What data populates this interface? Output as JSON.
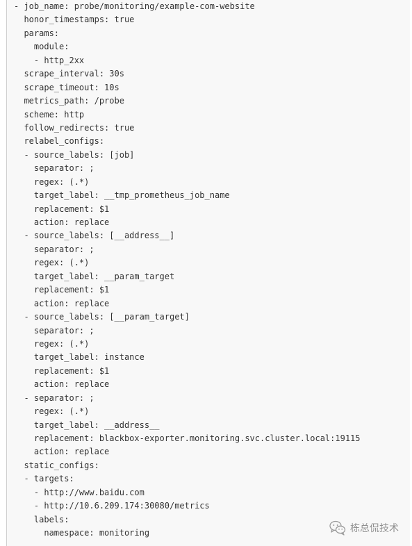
{
  "code": {
    "lines": [
      "- job_name: probe/monitoring/example-com-website",
      "  honor_timestamps: true",
      "  params:",
      "    module:",
      "    - http_2xx",
      "  scrape_interval: 30s",
      "  scrape_timeout: 10s",
      "  metrics_path: /probe",
      "  scheme: http",
      "  follow_redirects: true",
      "  relabel_configs:",
      "  - source_labels: [job]",
      "    separator: ;",
      "    regex: (.*)",
      "    target_label: __tmp_prometheus_job_name",
      "    replacement: $1",
      "    action: replace",
      "  - source_labels: [__address__]",
      "    separator: ;",
      "    regex: (.*)",
      "    target_label: __param_target",
      "    replacement: $1",
      "    action: replace",
      "  - source_labels: [__param_target]",
      "    separator: ;",
      "    regex: (.*)",
      "    target_label: instance",
      "    replacement: $1",
      "    action: replace",
      "  - separator: ;",
      "    regex: (.*)",
      "    target_label: __address__",
      "    replacement: blackbox-exporter.monitoring.svc.cluster.local:19115",
      "    action: replace",
      "  static_configs:",
      "  - targets:",
      "    - http://www.baidu.com",
      "    - http://10.6.209.174:30080/metrics",
      "    labels:",
      "      namespace: monitoring"
    ]
  },
  "watermark": {
    "icon": "wechat-icon",
    "text": "栋总侃技术"
  },
  "colors": {
    "text": "#333333",
    "background": "#f8f8f8",
    "border": "#cfcfcf",
    "watermark": "#8f8f8f"
  }
}
